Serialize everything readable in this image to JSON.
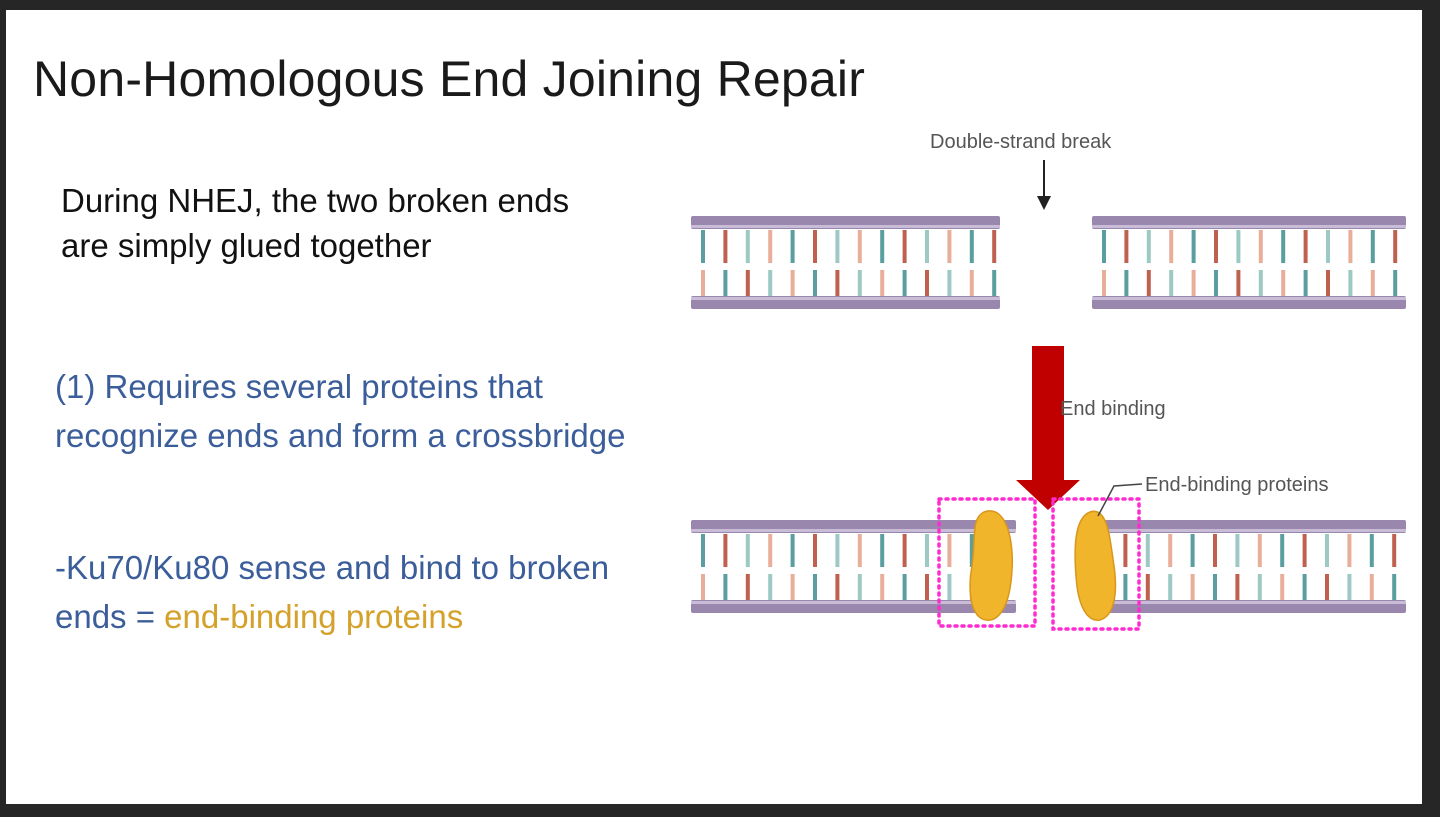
{
  "title": "Non-Homologous End Joining Repair",
  "intro": "During NHEJ, the two broken ends are simply glued together",
  "point1": "(1) Requires several proteins that recognize ends and form a crossbridge",
  "point2_prefix": "-Ku70/Ku80 sense and bind to broken ends = ",
  "point2_highlight": "end-binding proteins",
  "diagram": {
    "label_break": "Double-strand break",
    "label_step": "End binding",
    "label_proteins": "End-binding proteins"
  },
  "colors": {
    "backbone": "#9a87ad",
    "base_red": "#c0614f",
    "base_peach": "#e9ae9a",
    "base_teal": "#5a9ea0",
    "base_lightteal": "#9cc9c4",
    "arrow": "#c00000",
    "protein": "#f0b52a",
    "highlight_box": "#ff2bd1",
    "text_blue": "#3b5e9b",
    "text_gold": "#d4a12a"
  }
}
